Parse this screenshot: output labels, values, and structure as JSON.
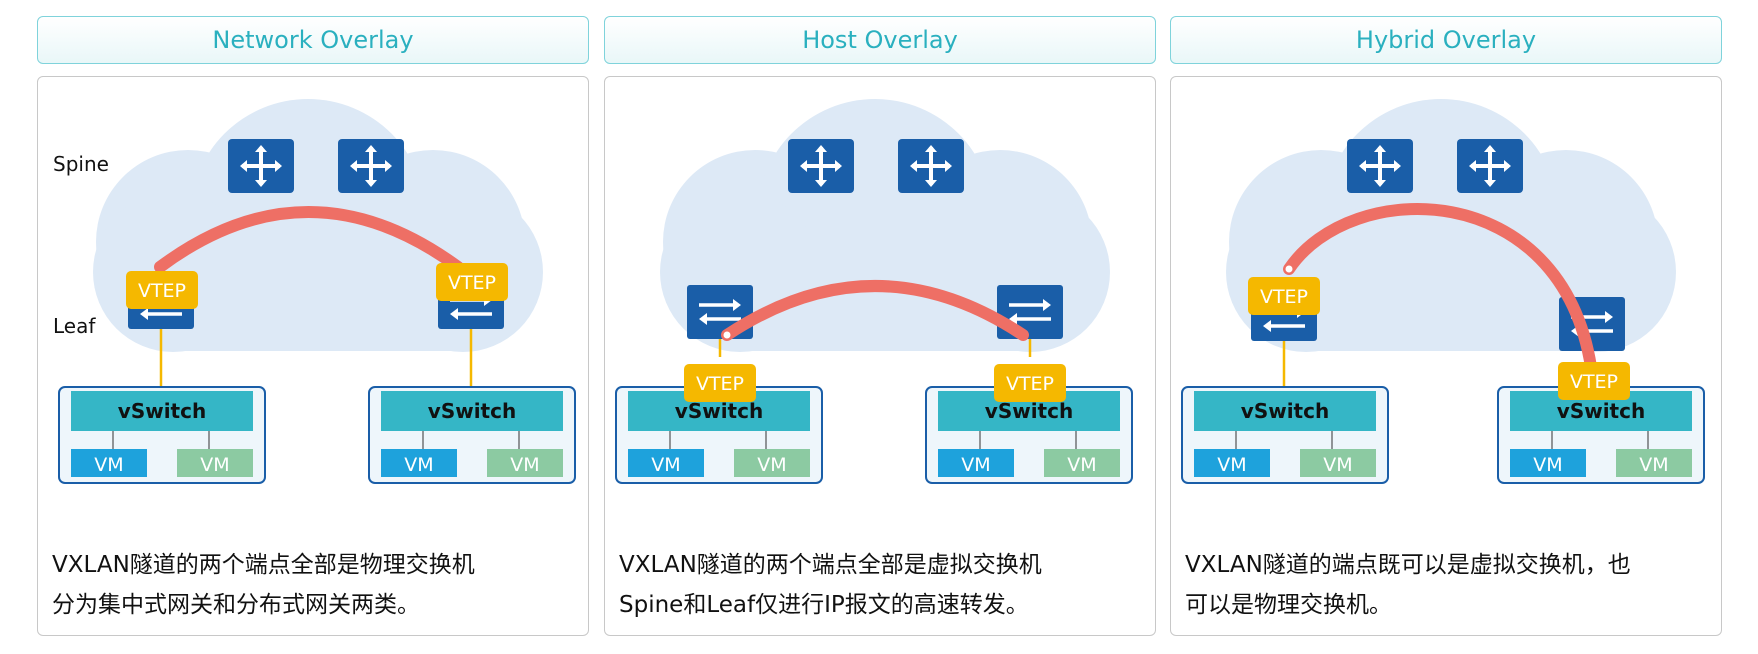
{
  "panels": [
    {
      "title": "Network Overlay",
      "spine_label": "Spine",
      "leaf_label": "Leaf",
      "vtep_label": "VTEP",
      "vswitch_label": "vSwitch",
      "vm_label": "VM",
      "description": [
        "VXLAN隧道的两个端点全部是物理交换机",
        "分为集中式网关和分布式网关两类。"
      ]
    },
    {
      "title": "Host Overlay",
      "vtep_label": "VTEP",
      "vswitch_label": "vSwitch",
      "vm_label": "VM",
      "description": [
        "VXLAN隧道的两个端点全部是虚拟交换机",
        "Spine和Leaf仅进行IP报文的高速转发。"
      ]
    },
    {
      "title": "Hybrid Overlay",
      "vtep_label": "VTEP",
      "vswitch_label": "vSwitch",
      "vm_label": "VM",
      "description": [
        "VXLAN隧道的端点既可以是虚拟交换机，也",
        "可以是物理交换机。"
      ]
    }
  ],
  "colors": {
    "accent": "#2ab0bf",
    "cloud": "#dde9f6",
    "switch": "#1a5ea8",
    "vtep": "#f5b800",
    "tunnel": "#ee6f65",
    "vswitch": "#35b6c6",
    "vm_blue": "#1ea2dc",
    "vm_green": "#8ccaa2"
  }
}
